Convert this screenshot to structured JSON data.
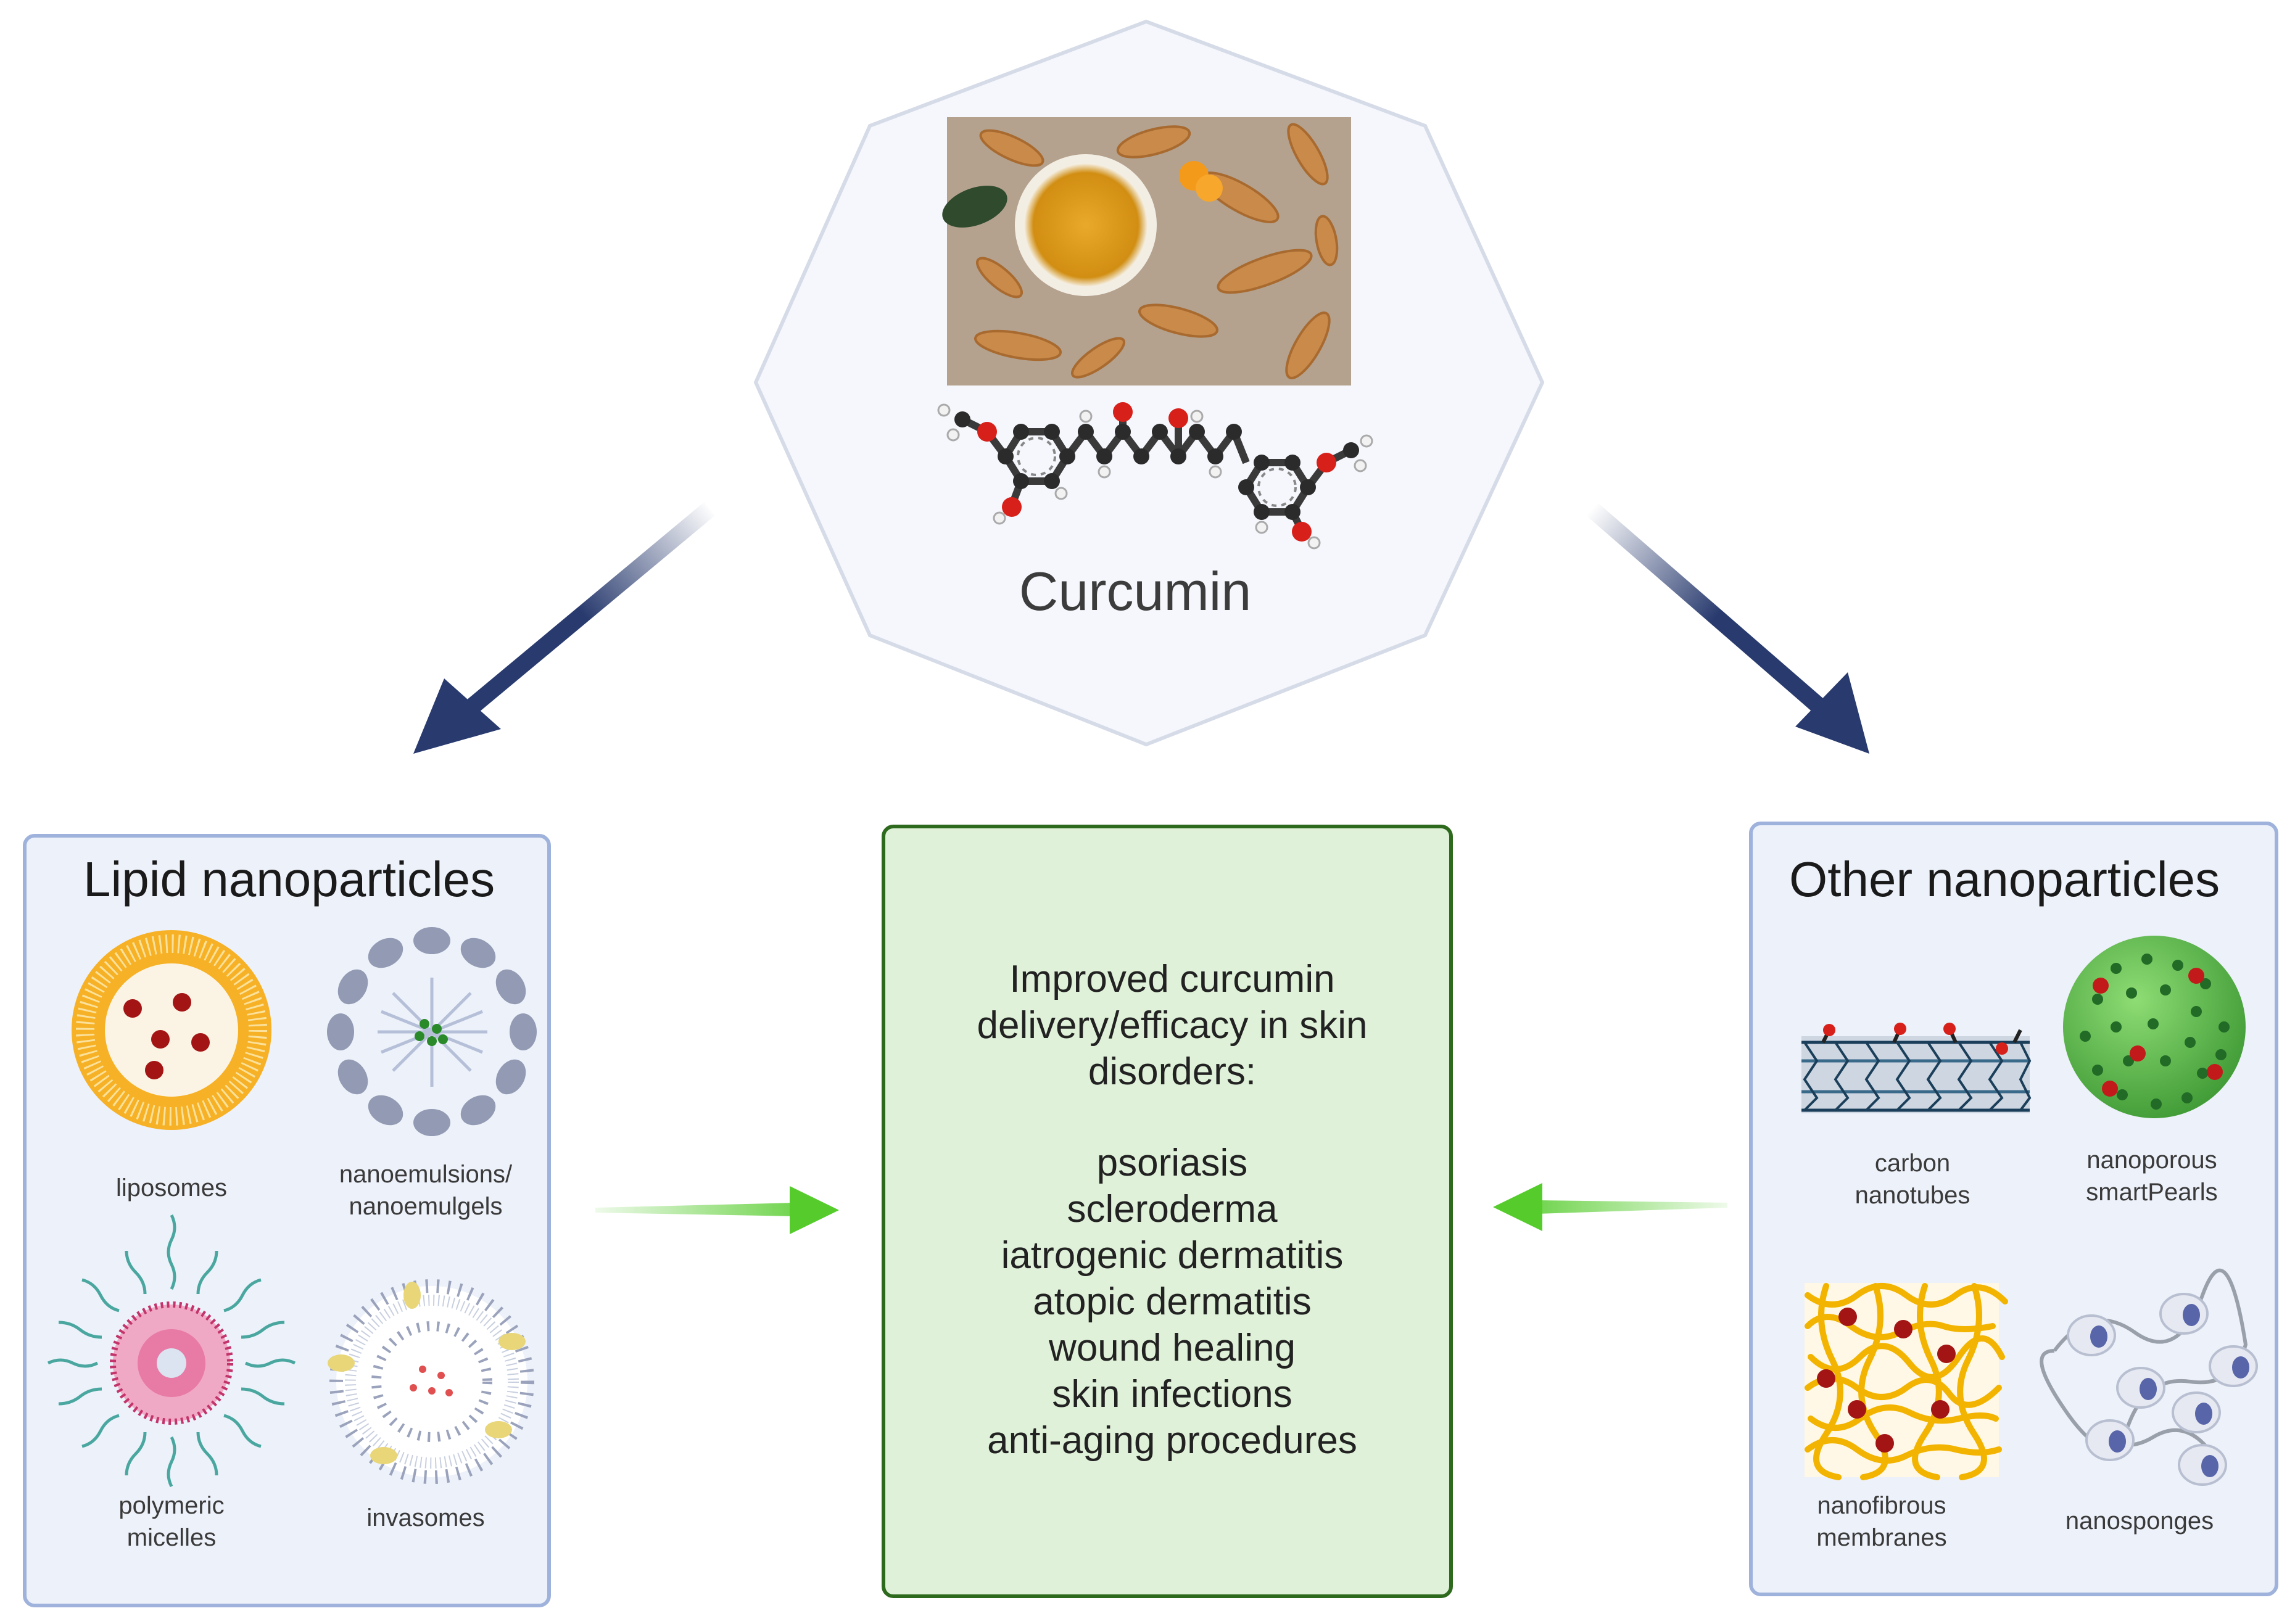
{
  "top": {
    "label": "Curcumin",
    "photo_icon": "turmeric-photo",
    "molecule_icon": "curcumin-molecule"
  },
  "lipid": {
    "title": "Lipid nanoparticles",
    "items": [
      {
        "label_lines": [
          "liposomes"
        ],
        "icon": "liposome-icon"
      },
      {
        "label_lines": [
          "nanoemulsions/",
          "nanoemulgels"
        ],
        "icon": "nanoemulsion-icon"
      },
      {
        "label_lines": [
          "polymeric",
          "micelles"
        ],
        "icon": "micelle-icon"
      },
      {
        "label_lines": [
          "invasomes"
        ],
        "icon": "invasome-icon"
      }
    ]
  },
  "other": {
    "title": "Other nanoparticles",
    "items": [
      {
        "label_lines": [
          "carbon",
          "nanotubes"
        ],
        "icon": "nanotube-icon"
      },
      {
        "label_lines": [
          "nanoporous",
          "smartPearls"
        ],
        "icon": "smartpearl-icon"
      },
      {
        "label_lines": [
          "nanofibrous",
          "membranes"
        ],
        "icon": "nanofiber-icon"
      },
      {
        "label_lines": [
          "nanosponges"
        ],
        "icon": "nanosponge-icon"
      }
    ]
  },
  "center": {
    "heading_lines": [
      "Improved curcumin",
      "delivery/efficacy in skin",
      "disorders:"
    ],
    "disorders": [
      "psoriasis",
      "scleroderma",
      "iatrogenic dermatitis",
      "atopic dermatitis",
      "wound healing",
      "skin infections",
      "anti-aging procedures"
    ]
  },
  "colors": {
    "panel_border": "#9fb2db",
    "panel_fill": "#edf1fa",
    "center_border": "#2e6a1e",
    "center_fill": "#dff1d8",
    "dark_arrow": "#283a6e",
    "green_arrow": "#55cc2c",
    "octagon_fill": "#f5f7fc"
  }
}
